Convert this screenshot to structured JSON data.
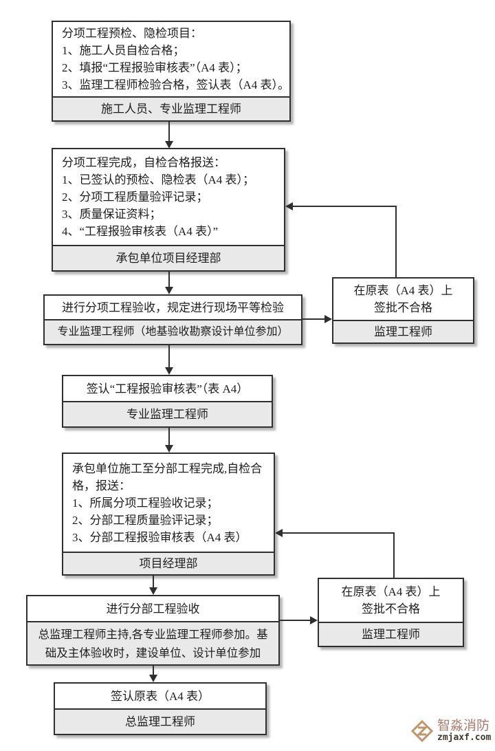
{
  "colors": {
    "border": "#2f2f2f",
    "footer_bg": "#e9e9e9",
    "text": "#1d1d1d",
    "watermark_logo": "#c0956c",
    "watermark_title": "#ab7a6d",
    "watermark_domain": "#40382f"
  },
  "boxes": {
    "precheck": {
      "lines": [
        "分项工程预检、隐检项目：",
        "1、施工人员自检合格；",
        "2、填报“工程报验审核表”（A4 表）；",
        "3、监理工程师检验合格，签认表（A4 表）。"
      ],
      "footer": "施工人员、专业监理工程师"
    },
    "subitem_complete": {
      "lines": [
        "分项工程完成，自检合格报送：",
        "1、已签认的预检、隐检表（A4 表）；",
        "2、分项工程质量验评记录；",
        "3、质量保证资料；",
        "4、“工程报验审核表（A4 表）”"
      ],
      "footer": "承包单位项目经理部"
    },
    "subitem_acceptance": {
      "title": "进行分项工程验收，规定进行现场平等检验",
      "footer": "专业监理工程师（地基验收勘察设计单位参加）"
    },
    "reject_subitem": {
      "lines": [
        "在原表（A4 表）上",
        "签批不合格"
      ],
      "footer": "监理工程师"
    },
    "sign_review_form": {
      "title": "签认“工程报验审核表”（表 A4）",
      "footer": "专业监理工程师"
    },
    "division_complete": {
      "lines": [
        "承包单位施工至分部工程完成,自检合",
        "格，报送：",
        "1、所属分项工程验收记录；",
        "2、分部工程质量验评记录；",
        "3、分部工程报验审核表（A4 表）"
      ],
      "footer": "项目经理部"
    },
    "division_acceptance": {
      "title": "进行分部工程验收",
      "footer_lines": [
        "总监理工程师主持,各专业监理工程师参加。基",
        "础及主体验收时，建设单位、设计单位参加"
      ]
    },
    "reject_division": {
      "lines": [
        "在原表（A4 表）上",
        "签批不合格"
      ],
      "footer": "监理工程师"
    },
    "sign_original": {
      "title": "签认原表（A4 表）",
      "footer": "总监理工程师"
    }
  },
  "watermark": {
    "title": "智淼消防",
    "domain": "zmjaxf.com"
  }
}
